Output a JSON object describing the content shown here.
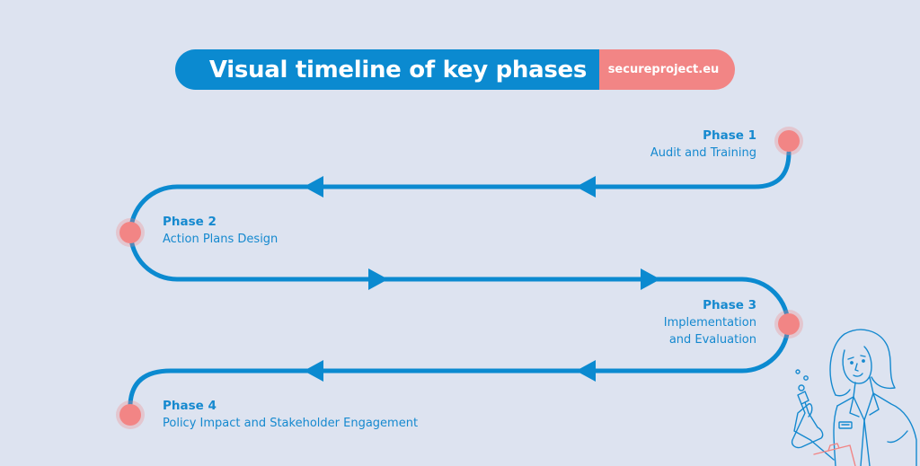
{
  "header": {
    "title": "Visual timeline of key phases",
    "site_label": "secureproject.eu"
  },
  "colors": {
    "background": "#dde3f0",
    "primary_blue": "#0b8ad0",
    "accent_pink": "#f28585",
    "text_blue": "#1589cf"
  },
  "phases": [
    {
      "label": "Phase 1",
      "lines": [
        "Audit and Training"
      ]
    },
    {
      "label": "Phase 2",
      "lines": [
        "Action Plans Design"
      ]
    },
    {
      "label": "Phase 3",
      "lines": [
        "Implementation",
        "and Evaluation"
      ]
    },
    {
      "label": "Phase 4",
      "lines": [
        "Policy Impact and Stakeholder Engagement"
      ]
    }
  ],
  "illustration": {
    "subject": "scientist-with-flask-icon"
  }
}
